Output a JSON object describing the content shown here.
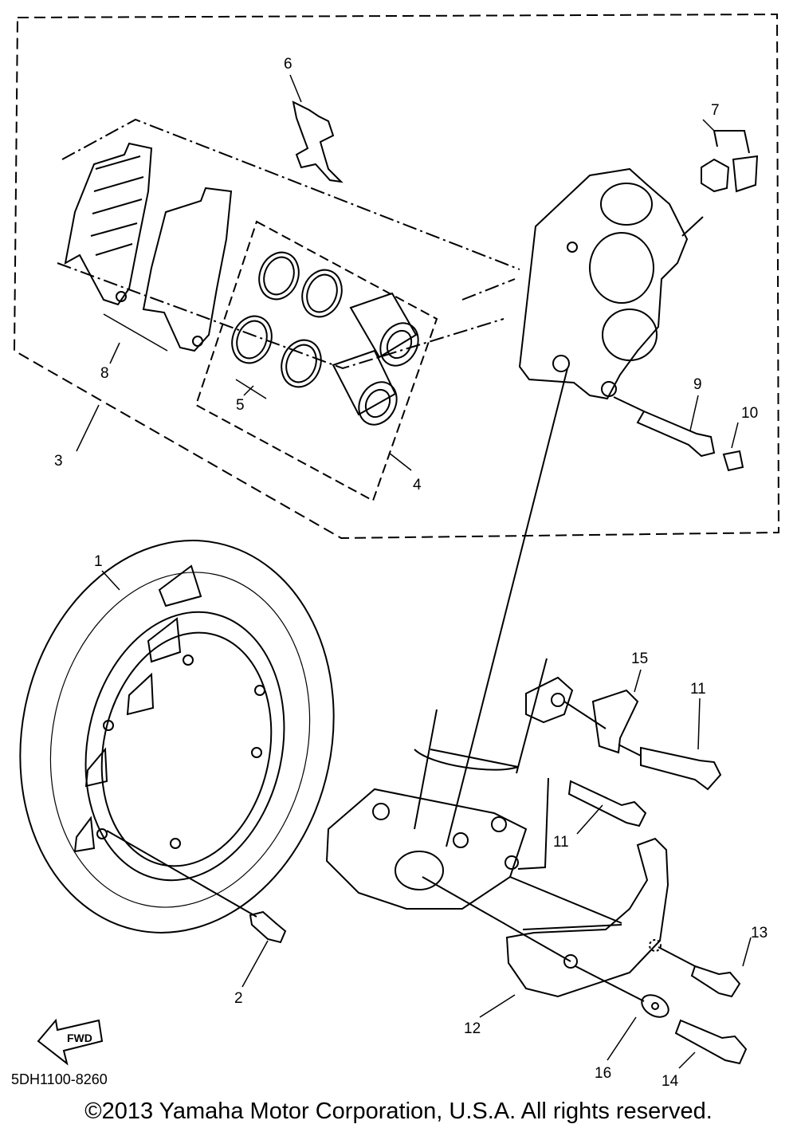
{
  "callouts": [
    {
      "id": "1",
      "label": "1"
    },
    {
      "id": "2",
      "label": "2"
    },
    {
      "id": "3",
      "label": "3"
    },
    {
      "id": "4",
      "label": "4"
    },
    {
      "id": "5",
      "label": "5"
    },
    {
      "id": "6",
      "label": "6"
    },
    {
      "id": "7",
      "label": "7"
    },
    {
      "id": "8",
      "label": "8"
    },
    {
      "id": "9",
      "label": "9"
    },
    {
      "id": "10",
      "label": "10"
    },
    {
      "id": "11a",
      "label": "11"
    },
    {
      "id": "11b",
      "label": "11"
    },
    {
      "id": "12",
      "label": "12"
    },
    {
      "id": "13",
      "label": "13"
    },
    {
      "id": "14",
      "label": "14"
    },
    {
      "id": "15",
      "label": "15"
    },
    {
      "id": "16",
      "label": "16"
    }
  ],
  "fwd_label": "FWD",
  "diagram_code": "5DH1100-8260",
  "copyright": "©2013 Yamaha Motor Corporation, U.S.A. All rights reserved."
}
